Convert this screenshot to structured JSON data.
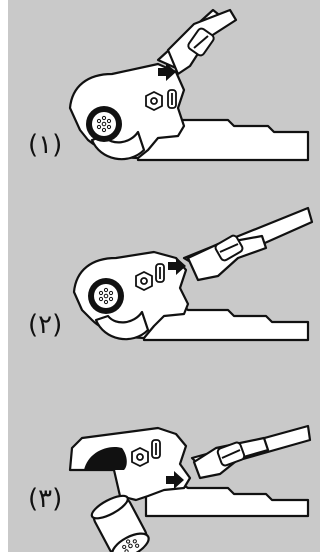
{
  "steps": [
    {
      "label": "(١)"
    },
    {
      "label": "(٢)"
    },
    {
      "label": "(٣)"
    }
  ],
  "icons": {
    "arrow": "arrow-right-icon",
    "cable": "cable-cross-section-icon",
    "nut": "hex-nut-icon",
    "adjuster": "adjuster-slot-icon",
    "pivot": "pivot-screw-icon"
  },
  "colors": {
    "background": "#c9c9c9",
    "ink": "#111111",
    "fill": "#ffffff"
  }
}
